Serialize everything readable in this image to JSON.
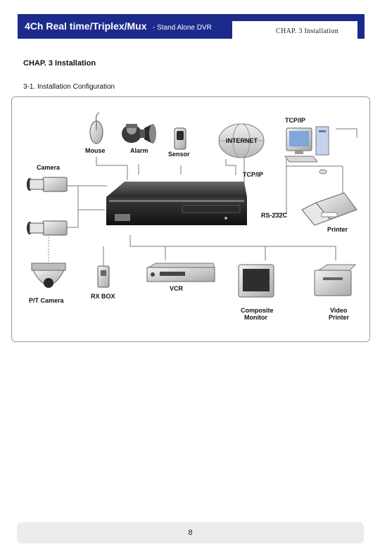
{
  "header": {
    "title": "4Ch Real time/Triplex/Mux",
    "subtitle": "- Stand Alone DVR",
    "chapter": "CHAP. 3   Installation"
  },
  "chapter_heading": "CHAP. 3   Installation",
  "section_heading": "3-1. Installation Configuration",
  "diagram": {
    "labels": {
      "mouse": "Mouse",
      "alarm": "Alarm",
      "sensor": "Sensor",
      "internet": "INTERNET",
      "tcpip_top": "TCP/IP",
      "tcpip_mid": "TCP/IP",
      "camera": "Camera",
      "rs232c": "RS-232C",
      "printer": "Printer",
      "pt_camera": "P/T Camera",
      "rx_box": "RX BOX",
      "vcr": "VCR",
      "composite_monitor_1": "Composite",
      "composite_monitor_2": "Monitor",
      "video_printer_1": "Video",
      "video_printer_2": "Printer"
    }
  },
  "footer": {
    "page_number": "8"
  }
}
